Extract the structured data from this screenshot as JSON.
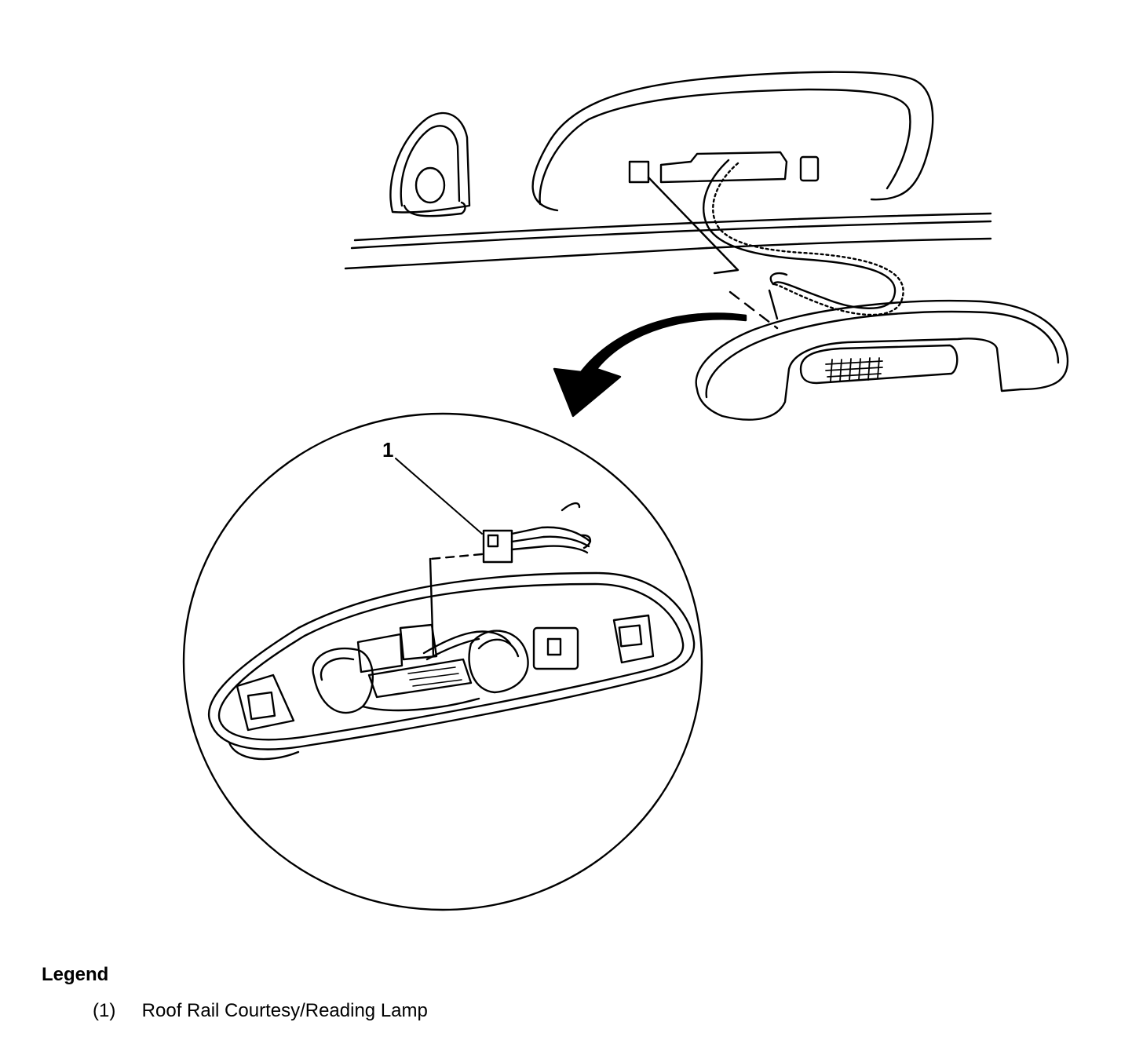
{
  "callouts": [
    {
      "number": "1",
      "label": "Roof Rail Courtesy/Reading Lamp"
    }
  ],
  "legend": {
    "title": "Legend",
    "items": [
      {
        "number": "(1)",
        "text": "Roof Rail Courtesy/Reading Lamp"
      }
    ]
  }
}
